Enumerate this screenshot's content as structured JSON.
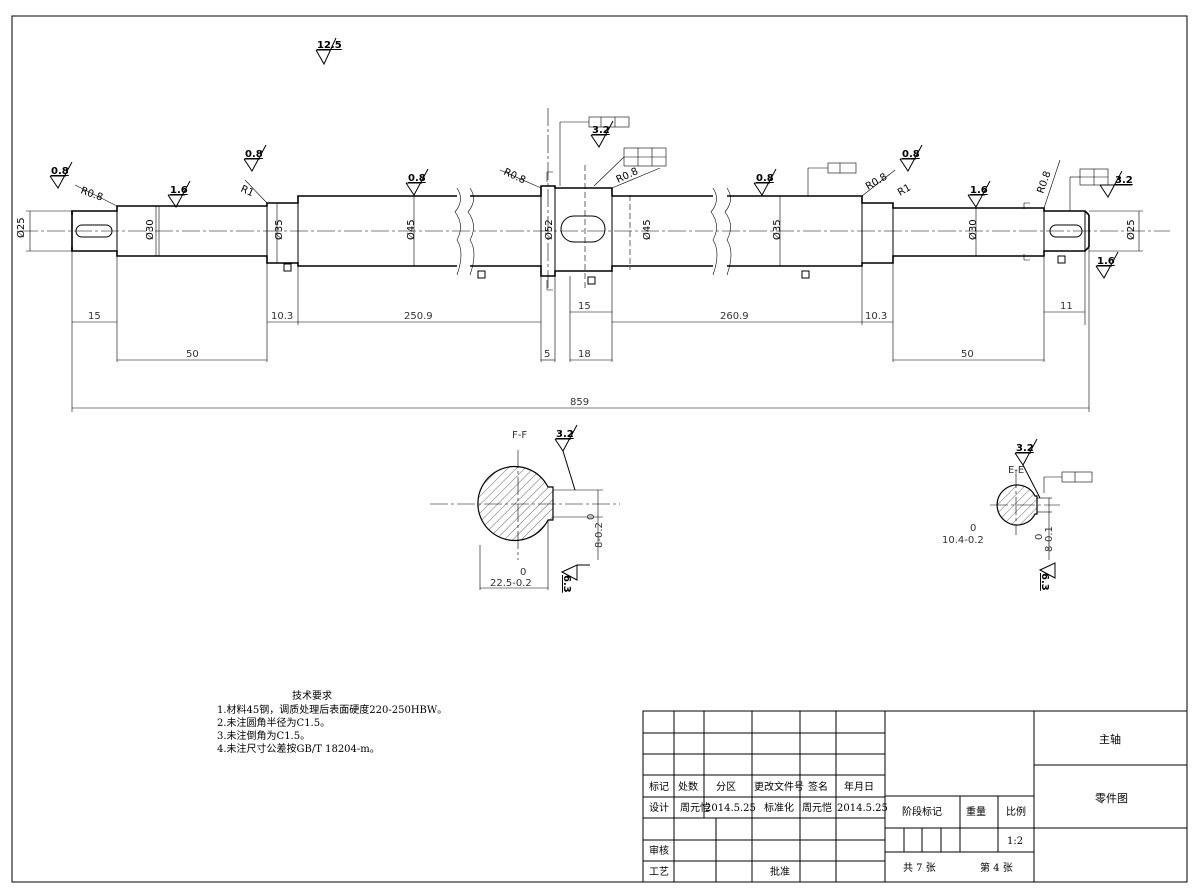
{
  "surface_roughness": {
    "general": "12.5",
    "marks": [
      "0.8",
      "1.6",
      "0.8",
      "3.2",
      "0.8",
      "0.8",
      "1.6",
      "3.2",
      "1.6",
      "3.2",
      "6.3",
      "3.2",
      "6.3"
    ]
  },
  "shaft_dimensions": {
    "d25_left": "Ø25",
    "d30": "Ø30",
    "d35_a": "Ø35",
    "d45_a": "Ø45",
    "d52": "Ø52",
    "d45_b": "Ø45",
    "d35_b": "Ø35",
    "d30_b": "Ø30",
    "d25_right": "Ø25",
    "len_15_left": "15",
    "len_10_3_left": "10.3",
    "len_250_9": "250.9",
    "len_15_mid": "15",
    "len_260_9": "260.9",
    "len_10_3_right": "10.3",
    "len_11": "11",
    "len_50_left": "50",
    "len_5": "5",
    "len_18": "18",
    "len_50_right": "50",
    "len_total": "859",
    "radius_08": "R0.8",
    "radius_1": "R1"
  },
  "sections": {
    "left_label": "F-F",
    "left_width": "22.5-0.2",
    "left_width_upper": "0",
    "left_depth": "8-0.2",
    "left_depth_upper": "0",
    "right_label": "E-E",
    "right_width": "10.4-0.2",
    "right_width_upper": "0",
    "right_depth": "8-0.1",
    "right_depth_upper": "0"
  },
  "tech_requirements": {
    "title": "技术要求",
    "items": [
      "1.材料45钢，调质处理后表面硬度220-250HBW。",
      "2.未注圆角半径为C1.5。",
      "3.未注倒角为C1.5。",
      "4.未注尺寸公差按GB/T 18204-m。"
    ]
  },
  "title_block": {
    "headers": [
      "标记",
      "处数",
      "分区",
      "更改文件号",
      "签名",
      "年月日"
    ],
    "design_label": "设计",
    "designer": "周元恺",
    "design_date": "2014.5.25",
    "standard_label": "标准化",
    "standard_person": "周元恺",
    "standard_date": "2014.5.25",
    "stage_label": "阶段标记",
    "weight_label": "重量",
    "scale_label": "比例",
    "scale_value": "1:2",
    "review_label": "审核",
    "process_label": "工艺",
    "approve_label": "批准",
    "sheets_total": "共 7 张",
    "sheet_no": "第 4 张",
    "part_name": "主轴",
    "drawing_type": "零件图"
  }
}
